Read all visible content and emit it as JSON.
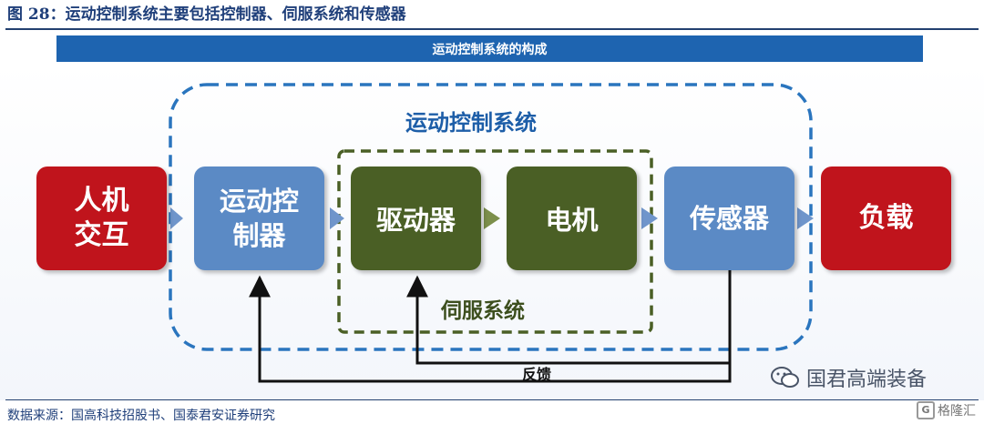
{
  "figure": {
    "title": "图 28：运动控制系统主要包括控制器、伺服系统和传感器",
    "banner": "运动控制系统的构成",
    "source": "数据来源：国高科技招股书、国泰君安证券研究"
  },
  "diagram": {
    "motion_system_label": "运动控制系统",
    "servo_system_label": "伺服系统",
    "feedback_label": "反馈",
    "boxes": {
      "hmi": {
        "line1": "人机",
        "line2": "交互"
      },
      "controller": {
        "line1": "运动控",
        "line2": "制器"
      },
      "driver": "驱动器",
      "motor": "电机",
      "sensor": "传感器",
      "load": "负载"
    }
  },
  "watermark": {
    "text": "国君高端装备",
    "corner": "格隆汇",
    "corner_icon": "G"
  },
  "colors": {
    "red": "#c0141c",
    "blue": "#5b8ac5",
    "green": "#4a5f25",
    "banner": "#1e64b0",
    "dash_blue": "#2a75be",
    "dash_green": "#4a5f25"
  }
}
